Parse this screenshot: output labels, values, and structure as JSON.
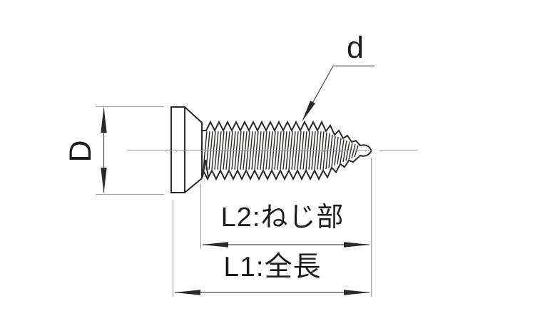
{
  "drawing": {
    "labels": {
      "head_diameter": "D",
      "thread_diameter": "d",
      "thread_length": "L2:ねじ部",
      "total_length": "L1:全長"
    },
    "colors": {
      "background": "#ffffff",
      "outline": "#2b2826",
      "dim_line": "#4a4a4a",
      "ext_line": "#9e9e9e",
      "arrow": "#2b2826",
      "text": "#1c1c1c"
    }
  }
}
